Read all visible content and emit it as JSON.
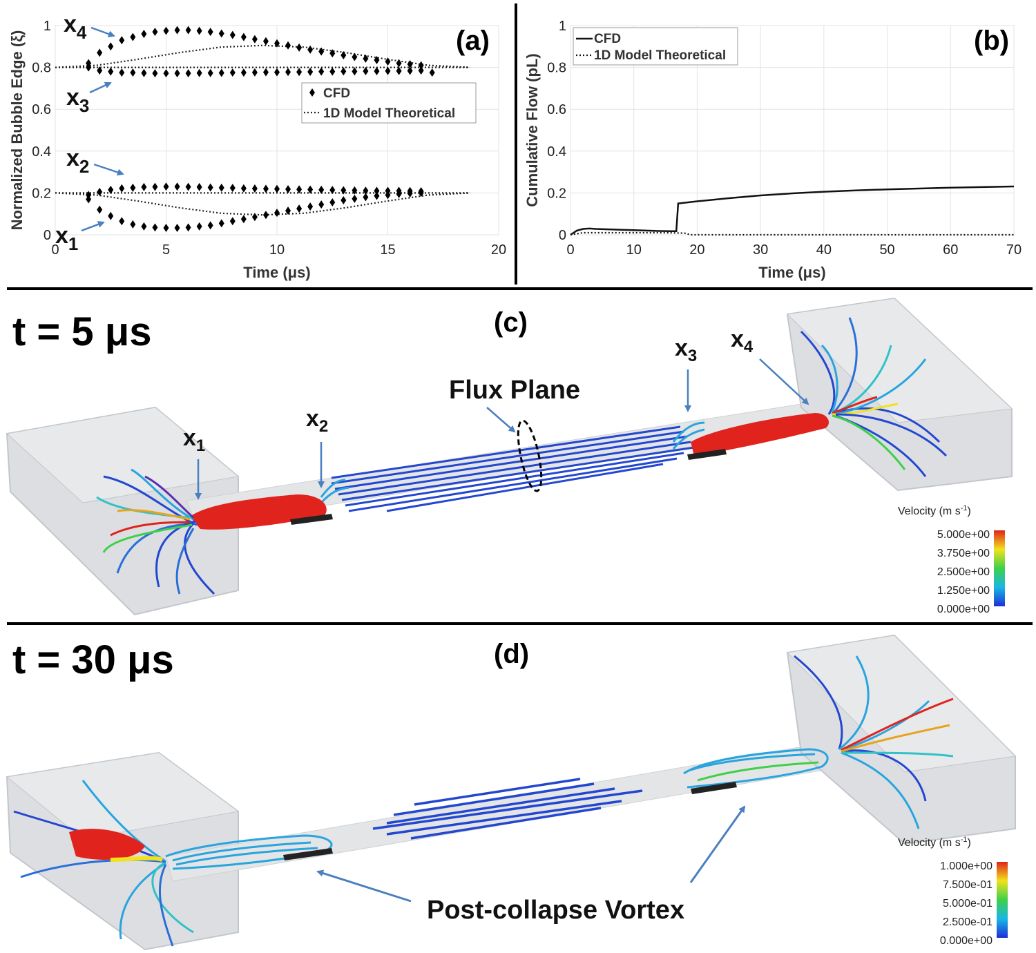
{
  "colors": {
    "marker": "#000000",
    "arrow": "#4a7fc0",
    "box": "#d9dbde",
    "bubble": "#e0231c"
  },
  "chart_data": [
    {
      "panel": "(a)",
      "type": "scatter",
      "xlabel": "Time (μs)",
      "ylabel": "Normalized Bubble Edge (ξ)",
      "xlim": [
        0,
        20
      ],
      "ylim": [
        0,
        1
      ],
      "xticks": [
        "0",
        "5",
        "10",
        "15",
        "20"
      ],
      "yticks": [
        "0",
        "0.2",
        "0.4",
        "0.6",
        "0.8",
        "1"
      ],
      "grid": true,
      "legend_position": "center-right",
      "series": [
        {
          "name": "CFD",
          "style": "markers",
          "edges": [
            {
              "label": "x1",
              "points": [
                [
                  1.5,
                  0.17
                ],
                [
                  2,
                  0.12
                ],
                [
                  2.5,
                  0.09
                ],
                [
                  3,
                  0.065
                ],
                [
                  3.5,
                  0.05
                ],
                [
                  4,
                  0.04
                ],
                [
                  4.5,
                  0.035
                ],
                [
                  5,
                  0.033
                ],
                [
                  5.5,
                  0.033
                ],
                [
                  6,
                  0.035
                ],
                [
                  6.5,
                  0.04
                ],
                [
                  7,
                  0.045
                ],
                [
                  7.5,
                  0.055
                ],
                [
                  8,
                  0.065
                ],
                [
                  8.5,
                  0.075
                ],
                [
                  9,
                  0.085
                ],
                [
                  9.5,
                  0.095
                ],
                [
                  10,
                  0.105
                ],
                [
                  10.5,
                  0.115
                ],
                [
                  11,
                  0.125
                ],
                [
                  11.5,
                  0.135
                ],
                [
                  12,
                  0.145
                ],
                [
                  12.5,
                  0.155
                ],
                [
                  13,
                  0.165
                ],
                [
                  13.5,
                  0.172
                ],
                [
                  14,
                  0.18
                ],
                [
                  14.5,
                  0.186
                ],
                [
                  15,
                  0.19
                ],
                [
                  15.5,
                  0.195
                ],
                [
                  16,
                  0.198
                ],
                [
                  16.5,
                  0.2
                ]
              ]
            },
            {
              "label": "x2",
              "points": [
                [
                  1.5,
                  0.19
                ],
                [
                  2,
                  0.205
                ],
                [
                  2.5,
                  0.215
                ],
                [
                  3,
                  0.222
                ],
                [
                  3.5,
                  0.225
                ],
                [
                  4,
                  0.228
                ],
                [
                  4.5,
                  0.229
                ],
                [
                  5,
                  0.23
                ],
                [
                  5.5,
                  0.23
                ],
                [
                  6,
                  0.229
                ],
                [
                  6.5,
                  0.228
                ],
                [
                  7,
                  0.226
                ],
                [
                  7.5,
                  0.225
                ],
                [
                  8,
                  0.224
                ],
                [
                  8.5,
                  0.222
                ],
                [
                  9,
                  0.221
                ],
                [
                  9.5,
                  0.22
                ],
                [
                  10,
                  0.219
                ],
                [
                  10.5,
                  0.218
                ],
                [
                  11,
                  0.217
                ],
                [
                  11.5,
                  0.216
                ],
                [
                  12,
                  0.215
                ],
                [
                  12.5,
                  0.214
                ],
                [
                  13,
                  0.213
                ],
                [
                  13.5,
                  0.212
                ],
                [
                  14,
                  0.211
                ],
                [
                  14.5,
                  0.21
                ],
                [
                  15,
                  0.21
                ],
                [
                  15.5,
                  0.21
                ],
                [
                  16,
                  0.209
                ],
                [
                  16.5,
                  0.208
                ]
              ]
            },
            {
              "label": "x3",
              "points": [
                [
                  1.5,
                  0.8
                ],
                [
                  2,
                  0.785
                ],
                [
                  2.5,
                  0.78
                ],
                [
                  3,
                  0.775
                ],
                [
                  3.5,
                  0.775
                ],
                [
                  4,
                  0.773
                ],
                [
                  4.5,
                  0.772
                ],
                [
                  5,
                  0.772
                ],
                [
                  5.5,
                  0.772
                ],
                [
                  6,
                  0.772
                ],
                [
                  6.5,
                  0.773
                ],
                [
                  7,
                  0.773
                ],
                [
                  7.5,
                  0.774
                ],
                [
                  8,
                  0.775
                ],
                [
                  8.5,
                  0.775
                ],
                [
                  9,
                  0.776
                ],
                [
                  9.5,
                  0.777
                ],
                [
                  10,
                  0.777
                ],
                [
                  10.5,
                  0.778
                ],
                [
                  11,
                  0.778
                ],
                [
                  11.5,
                  0.779
                ],
                [
                  12,
                  0.78
                ],
                [
                  12.5,
                  0.78
                ],
                [
                  13,
                  0.781
                ],
                [
                  13.5,
                  0.781
                ],
                [
                  14,
                  0.782
                ],
                [
                  14.5,
                  0.782
                ],
                [
                  15,
                  0.783
                ],
                [
                  15.5,
                  0.783
                ],
                [
                  16,
                  0.784
                ],
                [
                  16.5,
                  0.785
                ],
                [
                  17,
                  0.775
                ]
              ]
            },
            {
              "label": "x4",
              "points": [
                [
                  1.5,
                  0.82
                ],
                [
                  2,
                  0.87
                ],
                [
                  2.5,
                  0.9
                ],
                [
                  3,
                  0.93
                ],
                [
                  3.5,
                  0.945
                ],
                [
                  4,
                  0.96
                ],
                [
                  4.5,
                  0.97
                ],
                [
                  5,
                  0.975
                ],
                [
                  5.5,
                  0.978
                ],
                [
                  6,
                  0.978
                ],
                [
                  6.5,
                  0.975
                ],
                [
                  7,
                  0.97
                ],
                [
                  7.5,
                  0.962
                ],
                [
                  8,
                  0.955
                ],
                [
                  8.5,
                  0.945
                ],
                [
                  9,
                  0.935
                ],
                [
                  9.5,
                  0.925
                ],
                [
                  10,
                  0.915
                ],
                [
                  10.5,
                  0.905
                ],
                [
                  11,
                  0.895
                ],
                [
                  11.5,
                  0.885
                ],
                [
                  12,
                  0.876
                ],
                [
                  12.5,
                  0.867
                ],
                [
                  13,
                  0.858
                ],
                [
                  13.5,
                  0.85
                ],
                [
                  14,
                  0.842
                ],
                [
                  14.5,
                  0.835
                ],
                [
                  15,
                  0.828
                ],
                [
                  15.5,
                  0.82
                ],
                [
                  16,
                  0.815
                ],
                [
                  16.5,
                  0.81
                ]
              ]
            }
          ]
        },
        {
          "name": "1D Model Theoretical",
          "style": "dotted",
          "edges": [
            {
              "label": "x1",
              "points": [
                [
                  0,
                  0.2
                ],
                [
                  1.87,
                  0.19
                ],
                [
                  3.74,
                  0.161
                ],
                [
                  5.61,
                  0.129
                ],
                [
                  7.48,
                  0.103
                ],
                [
                  9.35,
                  0.095
                ],
                [
                  11.22,
                  0.103
                ],
                [
                  13.09,
                  0.129
                ],
                [
                  14.96,
                  0.161
                ],
                [
                  16.83,
                  0.19
                ],
                [
                  18.7,
                  0.2
                ]
              ]
            },
            {
              "label": "x2",
              "points": [
                [
                  0,
                  0.2
                ],
                [
                  9.35,
                  0.2
                ],
                [
                  18.7,
                  0.2
                ]
              ]
            },
            {
              "label": "x3",
              "points": [
                [
                  0,
                  0.8
                ],
                [
                  9.35,
                  0.8
                ],
                [
                  18.7,
                  0.8
                ]
              ]
            },
            {
              "label": "x4",
              "points": [
                [
                  0,
                  0.8
                ],
                [
                  1.87,
                  0.81
                ],
                [
                  3.74,
                  0.839
                ],
                [
                  5.61,
                  0.871
                ],
                [
                  7.48,
                  0.897
                ],
                [
                  9.35,
                  0.905
                ],
                [
                  11.22,
                  0.897
                ],
                [
                  13.09,
                  0.871
                ],
                [
                  14.96,
                  0.839
                ],
                [
                  16.83,
                  0.81
                ],
                [
                  18.7,
                  0.8
                ]
              ]
            }
          ]
        }
      ],
      "annotations": [
        {
          "base": "x",
          "sub": "4"
        },
        {
          "base": "x",
          "sub": "3"
        },
        {
          "base": "x",
          "sub": "2"
        },
        {
          "base": "x",
          "sub": "1"
        }
      ]
    },
    {
      "panel": "(b)",
      "type": "line",
      "xlabel": "Time (μs)",
      "ylabel": "Cumulative Flow (pL)",
      "xlim": [
        0,
        70
      ],
      "ylim": [
        0,
        1
      ],
      "xticks": [
        "0",
        "10",
        "20",
        "30",
        "40",
        "50",
        "60",
        "70"
      ],
      "yticks": [
        "0",
        "0.2",
        "0.4",
        "0.6",
        "0.8",
        "1"
      ],
      "grid": true,
      "legend_position": "top-left",
      "series": [
        {
          "name": "CFD",
          "style": "solid",
          "points": [
            [
              0,
              0
            ],
            [
              1,
              0.02
            ],
            [
              2,
              0.028
            ],
            [
              3,
              0.03
            ],
            [
              4,
              0.028
            ],
            [
              6,
              0.026
            ],
            [
              8,
              0.024
            ],
            [
              10,
              0.022
            ],
            [
              12,
              0.02
            ],
            [
              14,
              0.018
            ],
            [
              16,
              0.017
            ],
            [
              16.7,
              0.017
            ],
            [
              17,
              0.15
            ],
            [
              20,
              0.16
            ],
            [
              25,
              0.175
            ],
            [
              30,
              0.188
            ],
            [
              35,
              0.198
            ],
            [
              40,
              0.206
            ],
            [
              45,
              0.212
            ],
            [
              50,
              0.217
            ],
            [
              55,
              0.221
            ],
            [
              60,
              0.225
            ],
            [
              65,
              0.228
            ],
            [
              70,
              0.231
            ]
          ]
        },
        {
          "name": "1D Model Theoretical",
          "style": "dotted",
          "points": [
            [
              0,
              0
            ],
            [
              2,
              0.01
            ],
            [
              5,
              0.01
            ],
            [
              10,
              0.01
            ],
            [
              15,
              0.01
            ],
            [
              18,
              0.008
            ],
            [
              19,
              0
            ],
            [
              70,
              0
            ]
          ]
        }
      ]
    }
  ],
  "panel_c": {
    "label": "(c)",
    "time_label": "t = 5 μs",
    "markers": [
      {
        "base": "x",
        "sub": "1"
      },
      {
        "base": "x",
        "sub": "2"
      },
      {
        "base": "x",
        "sub": "3"
      },
      {
        "base": "x",
        "sub": "4"
      }
    ],
    "flux_plane": "Flux Plane",
    "colorbar": {
      "title": "Velocity (m s",
      "title_sup": "-1",
      "title_end": ")",
      "ticks": [
        "5.000e+00",
        "3.750e+00",
        "2.500e+00",
        "1.250e+00",
        "0.000e+00"
      ]
    }
  },
  "panel_d": {
    "label": "(d)",
    "time_label": "t = 30 μs",
    "vortex_label": "Post-collapse Vortex",
    "colorbar": {
      "title": "Velocity (m s",
      "title_sup": "-1",
      "title_end": ")",
      "ticks": [
        "1.000e+00",
        "7.500e-01",
        "5.000e-01",
        "2.500e-01",
        "0.000e+00"
      ]
    }
  }
}
